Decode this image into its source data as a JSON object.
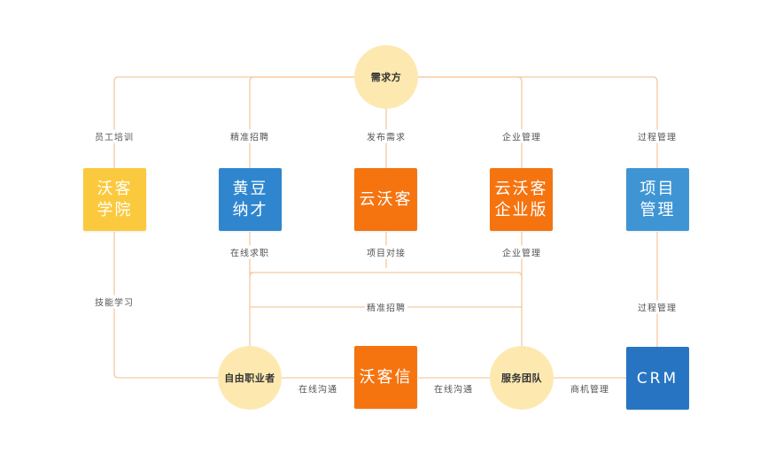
{
  "colors": {
    "line": "#f5c9a0",
    "circle": "#fde9b0",
    "yellow": "#fbc93d",
    "blue": "#2f86cf",
    "orange": "#f57410",
    "light_blue": "#3f95d4",
    "crm_blue": "#2775c2"
  },
  "nodes": {
    "demand_side": "需求方",
    "woke_academy": "沃客\n学院",
    "huangdou_nacai": "黄豆\n纳才",
    "yun_woke": "云沃客",
    "yun_woke_enterprise": "云沃客\n企业版",
    "project_management": "项目\n管理",
    "freelancer": "自由职业者",
    "woke_xin": "沃客信",
    "service_team": "服务团队",
    "crm": "CRM"
  },
  "labels": {
    "staff_training": "员工培训",
    "precise_recruit_top": "精准招聘",
    "post_demand": "发布需求",
    "enterprise_mgmt_top": "企业管理",
    "process_mgmt_top": "过程管理",
    "online_job_seek": "在线求职",
    "project_docking": "项目对接",
    "enterprise_mgmt_mid": "企业管理",
    "skill_learning": "技能学习",
    "process_mgmt_right": "过程管理",
    "precise_recruit_mid": "精准招聘",
    "online_comm_left": "在线沟通",
    "online_comm_right": "在线沟通",
    "business_mgmt": "商机管理"
  }
}
